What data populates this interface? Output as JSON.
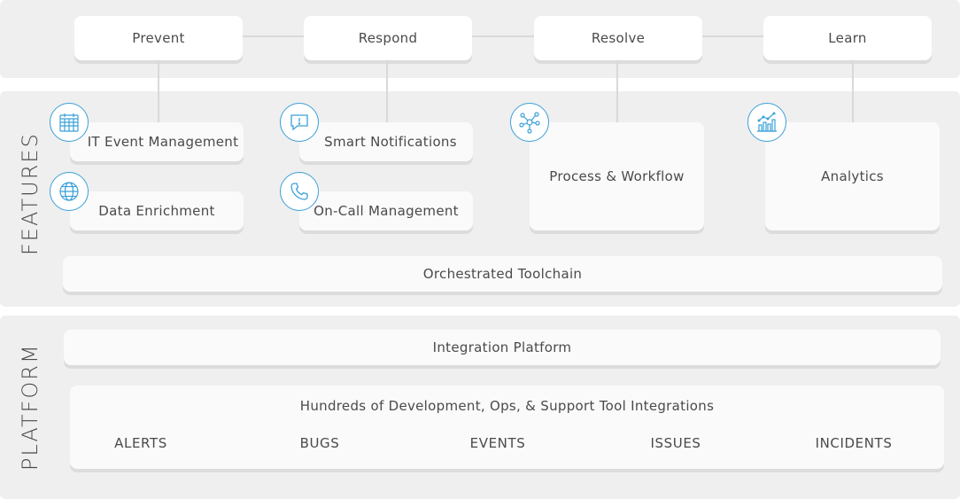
{
  "phases": [
    "Prevent",
    "Respond",
    "Resolve",
    "Learn"
  ],
  "features": {
    "section_label": "FEATURES",
    "it_event_management": "IT Event Management",
    "smart_notifications": "Smart Notifications",
    "data_enrichment": "Data Enrichment",
    "on_call_management": "On-Call Management",
    "process_workflow": "Process & Workflow",
    "analytics": "Analytics",
    "orchestrated_toolchain": "Orchestrated Toolchain"
  },
  "platform": {
    "section_label": "PLATFORM",
    "integration_platform": "Integration Platform",
    "integrations_title": "Hundreds of Development, Ops, & Support Tool Integrations",
    "categories": [
      "ALERTS",
      "BUGS",
      "EVENTS",
      "ISSUES",
      "INCIDENTS"
    ]
  },
  "colors": {
    "accent": "#3aa0d8",
    "band": "#efefef",
    "card": "#fafafa",
    "text": "#4a4a4a"
  },
  "icons": [
    "calendar-icon",
    "notification-icon",
    "network-icon",
    "analytics-chart-icon",
    "globe-icon",
    "phone-icon"
  ]
}
